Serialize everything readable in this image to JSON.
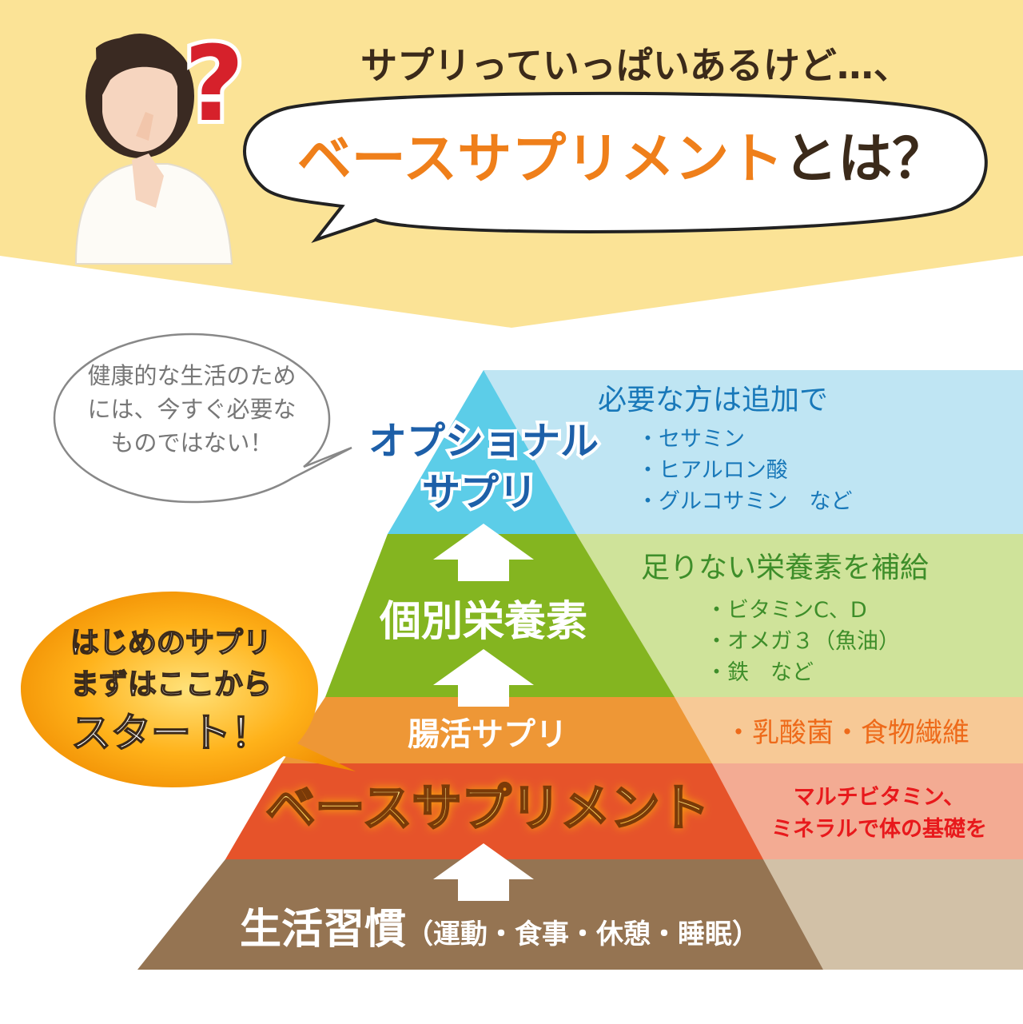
{
  "header": {
    "subtitle": "サプリっていっぱいあるけど…、",
    "title_main": "ベースサプリメント",
    "title_tail": "とは？",
    "question_mark": "?"
  },
  "thought_bubble": {
    "lines": [
      "健康的な生活のため",
      "には、今すぐ必要な",
      "ものではない！"
    ]
  },
  "start_bubble": {
    "lines": [
      "はじめのサプリ",
      "まずはここから",
      "スタート！"
    ]
  },
  "pyramid": {
    "optional": {
      "title_lines": [
        "オプショナル",
        "サプリ"
      ],
      "heading": "必要な方は追加で",
      "items": [
        "・セサミン",
        "・ヒアルロン酸",
        "・グルコサミン　など"
      ]
    },
    "individual": {
      "title": "個別栄養素",
      "heading": "足りない栄養素を補給",
      "items": [
        "・ビタミンC、D",
        "・オメガ３（魚油）",
        "・鉄　など"
      ]
    },
    "gut": {
      "title": "腸活サプリ",
      "note": "・乳酸菌・食物繊維"
    },
    "base": {
      "title": "ベースサプリメント",
      "note_lines": [
        "マルチビタミン、",
        "ミネラルで体の基礎を"
      ]
    },
    "lifestyle": {
      "title": "生活習慣",
      "detail": "（運動・食事・休憩・睡眠）"
    }
  },
  "colors": {
    "header_bg": "#fbe396",
    "title_orange": "#ef7f1a",
    "title_brown": "#3b2a1a",
    "optional_dark": "#5ccde8",
    "optional_light": "#bfe5f3",
    "individual_dark": "#84b520",
    "individual_light": "#cfe39a",
    "gut_dark": "#ee9736",
    "gut_light": "#f7c996",
    "base_dark": "#e6532a",
    "base_light": "#f3ab93",
    "lifestyle_dark": "#957452",
    "lifestyle_light": "#d2c1a7",
    "note_red": "#e8191c",
    "text_blue": "#1878b9",
    "text_green": "#3e8e2a"
  }
}
